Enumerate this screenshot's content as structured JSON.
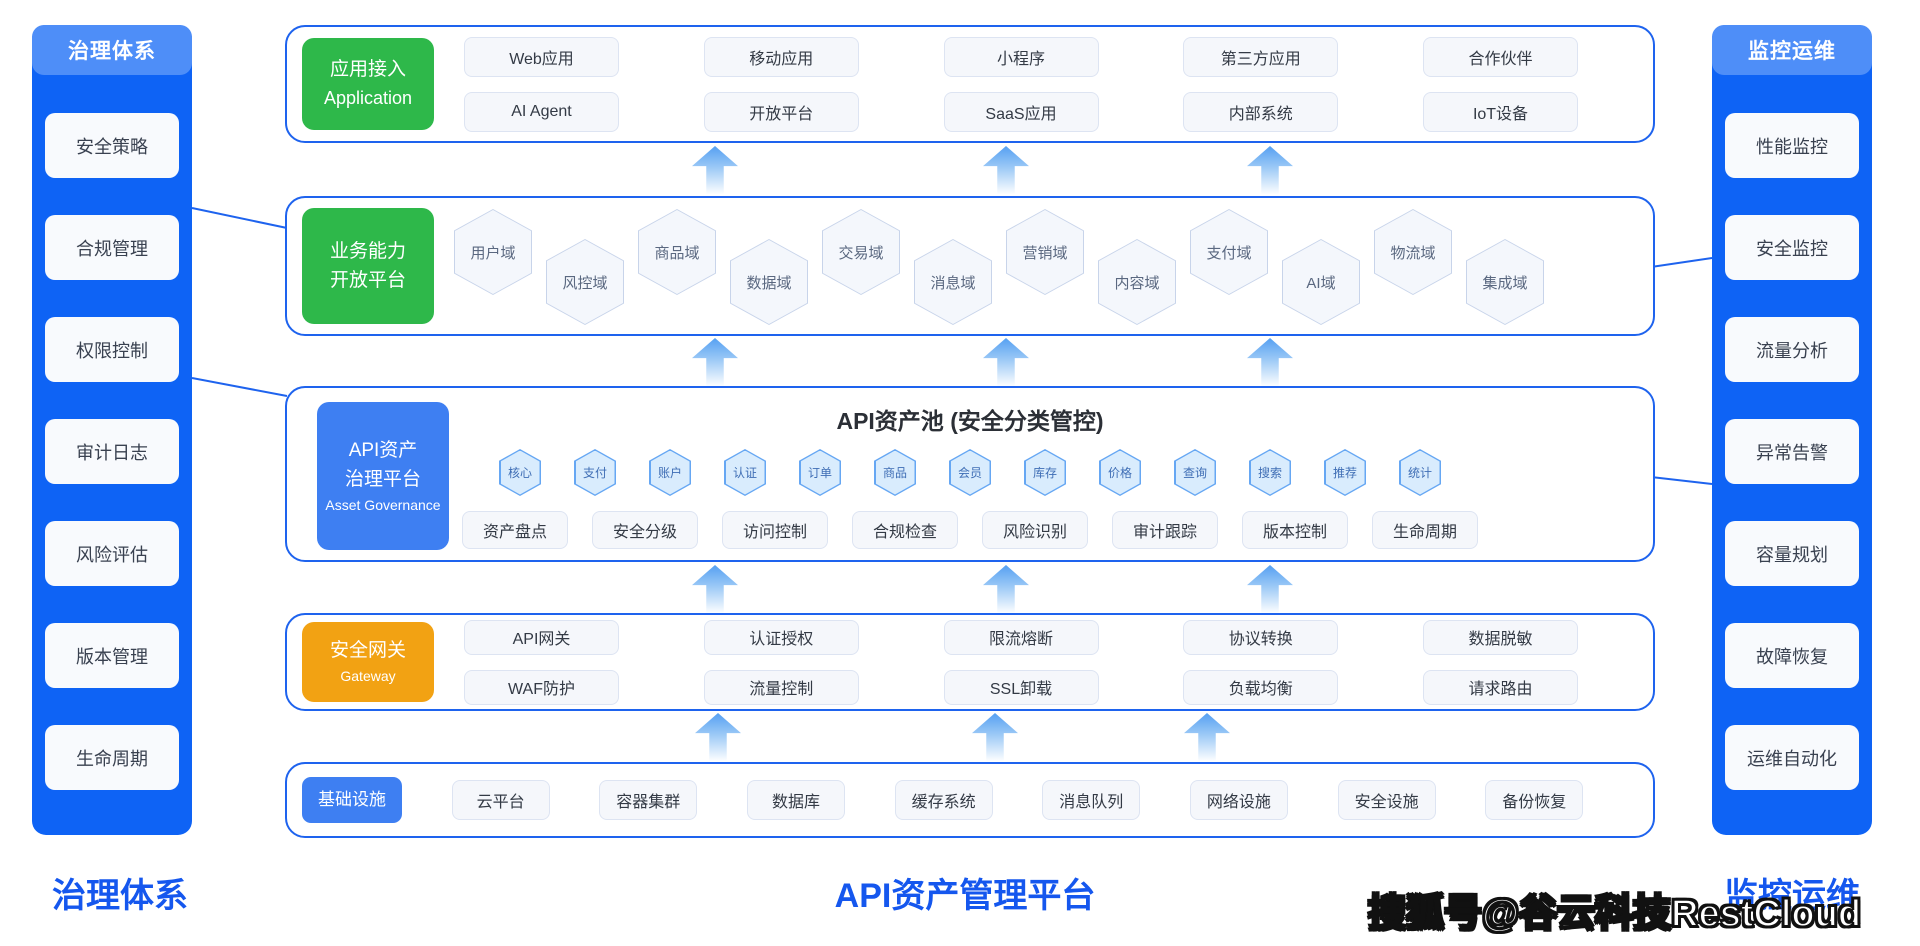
{
  "page": {
    "title_center": "API资产管理平台",
    "watermark": "搜狐号@谷云科技RestCloud"
  },
  "colors": {
    "sidebar_blue": "#0e63f5",
    "sidebar_header_blue": "#4e8ef8",
    "row_border_blue": "#1e63ee",
    "green": "#2eb84a",
    "orange": "#f2a213",
    "badge_blue": "#3e7ff2",
    "accent_text_blue": "#1557ee"
  },
  "left_sidebar": {
    "header": "治理体系",
    "footer_label": "治理体系",
    "items": [
      "安全策略",
      "合规管理",
      "权限控制",
      "审计日志",
      "风险评估",
      "版本管理",
      "生命周期"
    ]
  },
  "right_sidebar": {
    "header": "监控运维",
    "footer_label": "监控运维",
    "items": [
      "性能监控",
      "安全监控",
      "流量分析",
      "异常告警",
      "容量规划",
      "故障恢复",
      "运维自动化"
    ]
  },
  "rows": {
    "application": {
      "badge_line1": "应用接入",
      "badge_line2": "Application",
      "items_row1": [
        "Web应用",
        "移动应用",
        "小程序",
        "第三方应用",
        "合作伙伴"
      ],
      "items_row2": [
        "AI Agent",
        "开放平台",
        "SaaS应用",
        "内部系统",
        "IoT设备"
      ]
    },
    "business": {
      "badge_line1": "业务能力",
      "badge_line2": "开放平台",
      "hexagons": [
        "用户域",
        "风控域",
        "商品域",
        "数据域",
        "交易域",
        "消息域",
        "营销域",
        "内容域",
        "支付域",
        "AI域",
        "物流域",
        "集成域"
      ]
    },
    "asset": {
      "badge_line1": "API资产",
      "badge_line2": "治理平台",
      "badge_line3": "Asset Governance",
      "title": "API资产池 (安全分类管控)",
      "tags": [
        "核心",
        "支付",
        "账户",
        "认证",
        "订单",
        "商品",
        "会员",
        "库存",
        "价格",
        "查询",
        "搜索",
        "推荐",
        "统计"
      ],
      "features": [
        "资产盘点",
        "安全分级",
        "访问控制",
        "合规检查",
        "风险识别",
        "审计跟踪",
        "版本控制",
        "生命周期"
      ]
    },
    "gateway": {
      "badge_line1": "安全网关",
      "badge_line2": "Gateway",
      "items_row1": [
        "API网关",
        "认证授权",
        "限流熔断",
        "协议转换",
        "数据脱敏"
      ],
      "items_row2": [
        "WAF防护",
        "流量控制",
        "SSL卸载",
        "负载均衡",
        "请求路由"
      ]
    },
    "infra": {
      "badge": "基础设施",
      "items": [
        "云平台",
        "容器集群",
        "数据库",
        "缓存系统",
        "消息队列",
        "网络设施",
        "安全设施",
        "备份恢复"
      ]
    }
  }
}
